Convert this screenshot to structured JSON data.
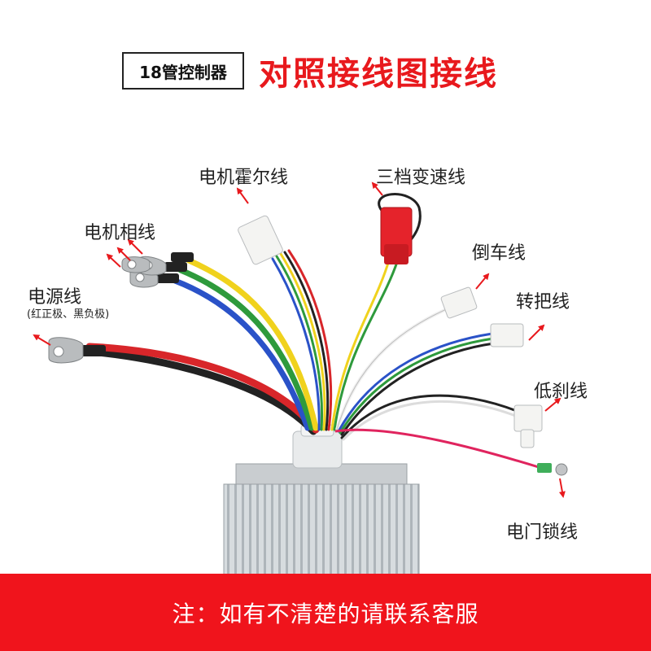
{
  "header": {
    "badge": "18管控制器",
    "title": "对照接线图接线"
  },
  "labels": {
    "hall": "电机霍尔线",
    "speed": "三档变速线",
    "phase": "电机相线",
    "reverse": "倒车线",
    "power": "电源线",
    "power_note": "(红正极、黑负极)",
    "throttle": "转把线",
    "brake": "低刹线",
    "lock": "电门锁线"
  },
  "footer": {
    "note": "注：如有不清楚的请联系客服"
  },
  "colors": {
    "accent": "#e8191d",
    "footer_bg": "#f0141c",
    "arrow": "#e8191d"
  }
}
